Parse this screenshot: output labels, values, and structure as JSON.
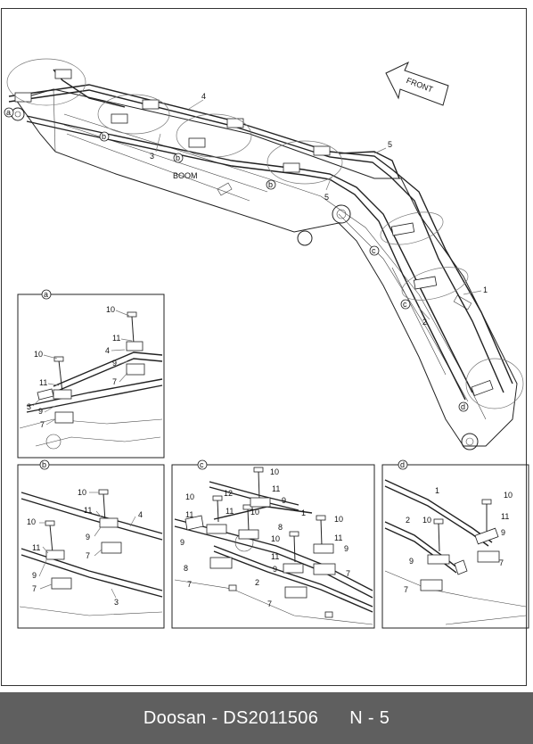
{
  "main_view": {
    "front_label": "FRONT",
    "boom_label": "BOOM",
    "part_numbers": [
      "4",
      "3",
      "5",
      "5",
      "1",
      "2"
    ],
    "detail_refs": [
      "a",
      "b",
      "b",
      "b",
      "c",
      "c",
      "d"
    ]
  },
  "details": [
    {
      "id": "a",
      "numbers": [
        "10",
        "11",
        "4",
        "9",
        "7",
        "10",
        "11",
        "3",
        "9",
        "7"
      ]
    },
    {
      "id": "b",
      "numbers": [
        "10",
        "11",
        "4",
        "10",
        "9",
        "7",
        "11",
        "9",
        "7",
        "3"
      ]
    },
    {
      "id": "c",
      "numbers": [
        "10",
        "11",
        "12",
        "9",
        "10",
        "11",
        "10",
        "11",
        "1",
        "10",
        "9",
        "8",
        "10",
        "11",
        "9",
        "8",
        "11",
        "9",
        "7",
        "2",
        "7",
        "7"
      ]
    },
    {
      "id": "d",
      "numbers": [
        "1",
        "10",
        "2",
        "10",
        "11",
        "9",
        "9",
        "7",
        "7"
      ]
    }
  ],
  "footer": {
    "brand": "Doosan",
    "separator": " - ",
    "part_code": "DS2011506",
    "page": "N - 5"
  }
}
